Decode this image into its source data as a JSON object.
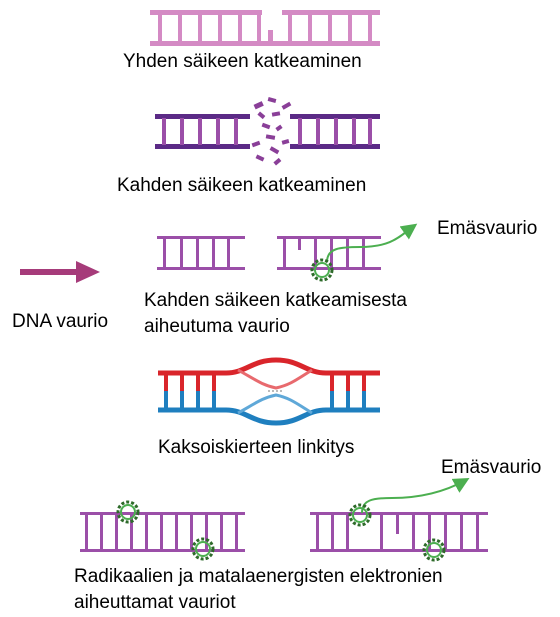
{
  "labels": {
    "single_strand_break": "Yhden säikeen katkeaminen",
    "double_strand_break": "Kahden säikeen katkeaminen",
    "base_damage_top": "Emäsvaurio",
    "dna_damage": "DNA vaurio",
    "dsb_induced_line1": "Kahden säikeen katkeamisesta",
    "dsb_induced_line2": "aiheutuma vaurio",
    "crosslink": "Kaksoiskierteen linkitys",
    "base_damage_bottom": "Emäsvaurio",
    "radical_line1": "Radikaalien ja matalaenergisten elektronien",
    "radical_line2": "aiheuttamat vauriot"
  },
  "colors": {
    "light_purple": "#d48ac4",
    "purple": "#9b4fa8",
    "dark_purple": "#5b2a86",
    "magenta": "#b0337e",
    "arrow": "#a63b7a",
    "green": "#4caf50",
    "dark_green": "#2e6b2a",
    "red": "#d9252b",
    "blue": "#1f7fbf"
  }
}
